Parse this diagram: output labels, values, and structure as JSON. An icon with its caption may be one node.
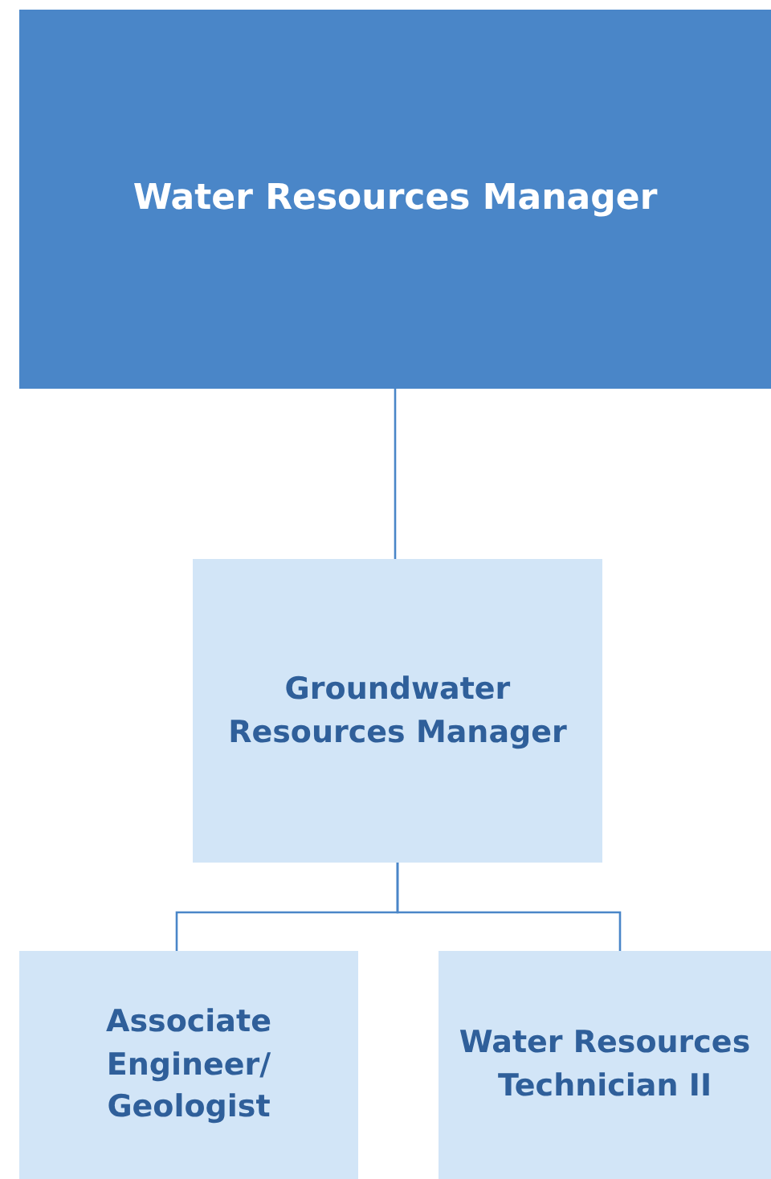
{
  "diagram": {
    "nodes": [
      {
        "text": [
          "Water Resources Manager"
        ]
      },
      {
        "text": [
          "Groundwater Resources Manager"
        ]
      },
      {
        "text": [
          "Associate Engineer/ Geologist"
        ]
      },
      {
        "text": [
          "Water Resources Technician II"
        ]
      }
    ],
    "edges": [
      {
        "from": 0,
        "to": 1,
        "arrow": "none"
      },
      {
        "from": 1,
        "to": 2,
        "arrow": "none"
      },
      {
        "from": 1,
        "to": 3,
        "arrow": "none"
      }
    ]
  }
}
